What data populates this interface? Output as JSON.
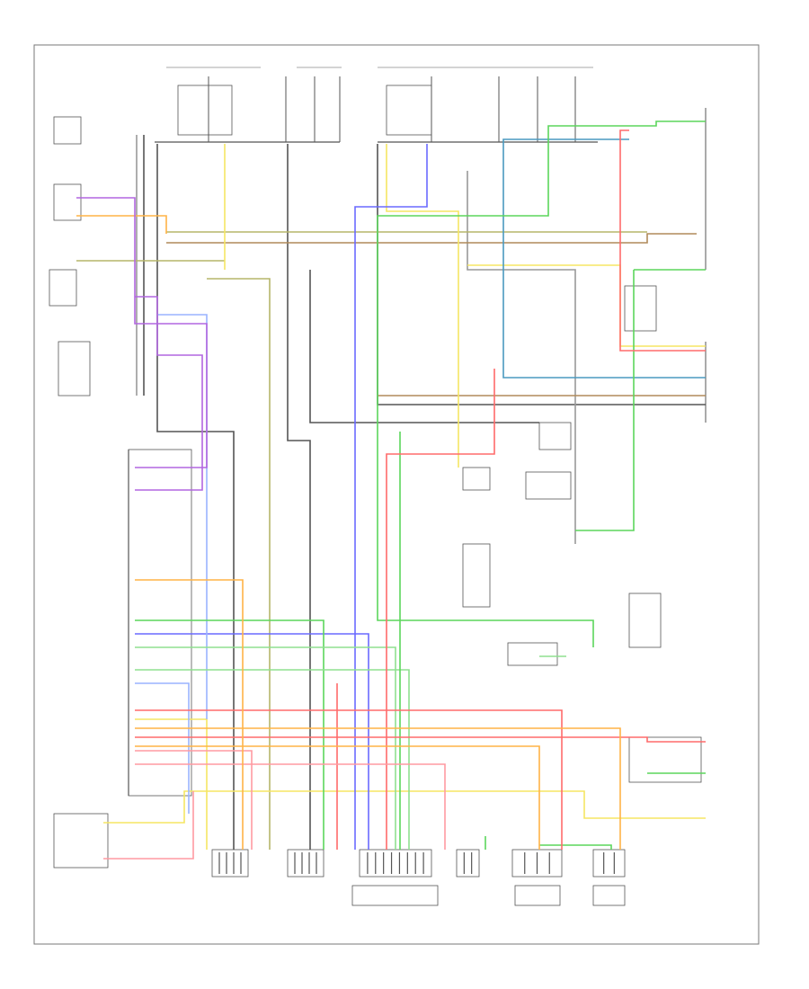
{
  "footer": {
    "code": ""
  },
  "colors": {
    "black": "#555555",
    "gray": "#999999",
    "red": "#ff6b6b",
    "green": "#5cd65c",
    "blue": "#6a6aff",
    "yellow": "#f5e663",
    "orange": "#ffb347",
    "pink": "#ff9aa2",
    "purple": "#b266e0",
    "olive": "#b5b56a",
    "brown": "#b08a5a",
    "lightgreen": "#8fe08f",
    "teal": "#4a9ac0",
    "lightblue": "#9ab4ff"
  },
  "connectors": [
    {
      "id": "c1",
      "pins": 4
    },
    {
      "id": "c2",
      "pins": 4
    },
    {
      "id": "c3",
      "pins": 8
    },
    {
      "id": "c4",
      "pins": 2
    },
    {
      "id": "c5",
      "pins": 3
    },
    {
      "id": "c6",
      "pins": 2
    }
  ]
}
